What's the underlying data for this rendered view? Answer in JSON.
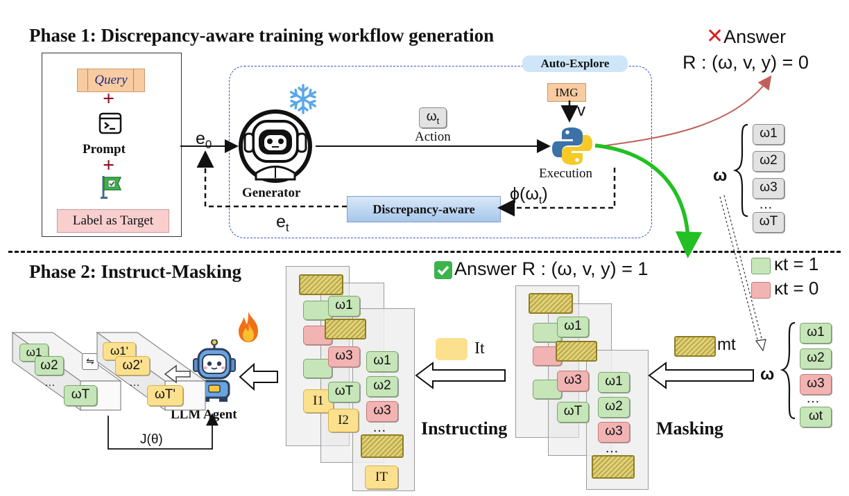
{
  "phase1": {
    "title": "Phase 1: Discrepancy-aware training workflow generation",
    "auto_explore": "Auto-Explore",
    "query": "Query",
    "plus": "+",
    "prompt": "Prompt",
    "label_target": "Label as Target",
    "e0": "e",
    "e0_sub": "0",
    "generator": "Generator",
    "action_token": "ω",
    "action_token_sub": "t",
    "action": "Action",
    "img": "IMG",
    "v": "v",
    "execution": "Execution",
    "phi": "ϕ(ω",
    "phi_sub": "t",
    "phi_close": ")",
    "discrepancy": "Discrepancy-aware",
    "et": "e",
    "et_sub": "t",
    "fail_mark": "✕",
    "fail_answer": "Answer",
    "fail_eq": "R : (ω, v, y) = 0",
    "success": "Answer R : (ω, v, y) = 1",
    "omega": "ω",
    "seq_full": [
      "ω1",
      "ω2",
      "ω3",
      "…",
      "ωT"
    ],
    "kappa1": "κt = 1",
    "kappa0": "κt = 0"
  },
  "phase2": {
    "title": "Phase 2: Instruct-Masking",
    "masking": "Masking",
    "instructing": "Instructing",
    "mt": "mt",
    "it": "It",
    "llm_agent": "LLM Agent",
    "loss": "J(θ)",
    "seq_masked": [
      "ω1",
      "ω2",
      "ω3",
      "…",
      "ωt"
    ],
    "masked_stack": [
      "ω1",
      "ω2",
      "ω3",
      "…",
      "ωT"
    ],
    "instr_labels": [
      "I1",
      "I2",
      "IT"
    ],
    "out_tokens": [
      "ω1'",
      "ω2'",
      "…",
      "ωT'"
    ],
    "in_tokens": [
      "ω1",
      "ω2",
      "…",
      "ωT"
    ]
  },
  "colors": {
    "dashed_box": "#2d4fc0",
    "green_arrow": "#22c022",
    "red_arrow": "#c0605a",
    "crimson": "#8c1020"
  }
}
